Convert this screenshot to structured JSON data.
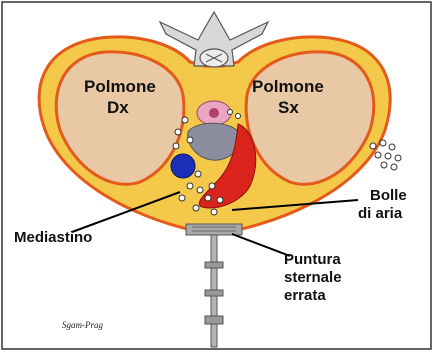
{
  "lungs": {
    "right_line1": "Polmone",
    "right_line2": "Dx",
    "left_line1": "Polmone",
    "left_line2": "Sx"
  },
  "callouts": {
    "mediastino": "Mediastino",
    "bolle_line1": "Bolle",
    "bolle_line2": "di aria",
    "puntura_line1": "Puntura",
    "puntura_line2": "sternale",
    "puntura_line3": "errata"
  },
  "signature": "Sgam-Prag",
  "colors": {
    "lung_fill": "#e9c8a6",
    "lung_border": "#e35a1a",
    "pleura": "#f4c94a",
    "heart_red": "#d9231b",
    "heart_gray": "#8c8ea0",
    "vessel_blue": "#1c2fb8",
    "trachea_pink": "#e9a6c0"
  }
}
